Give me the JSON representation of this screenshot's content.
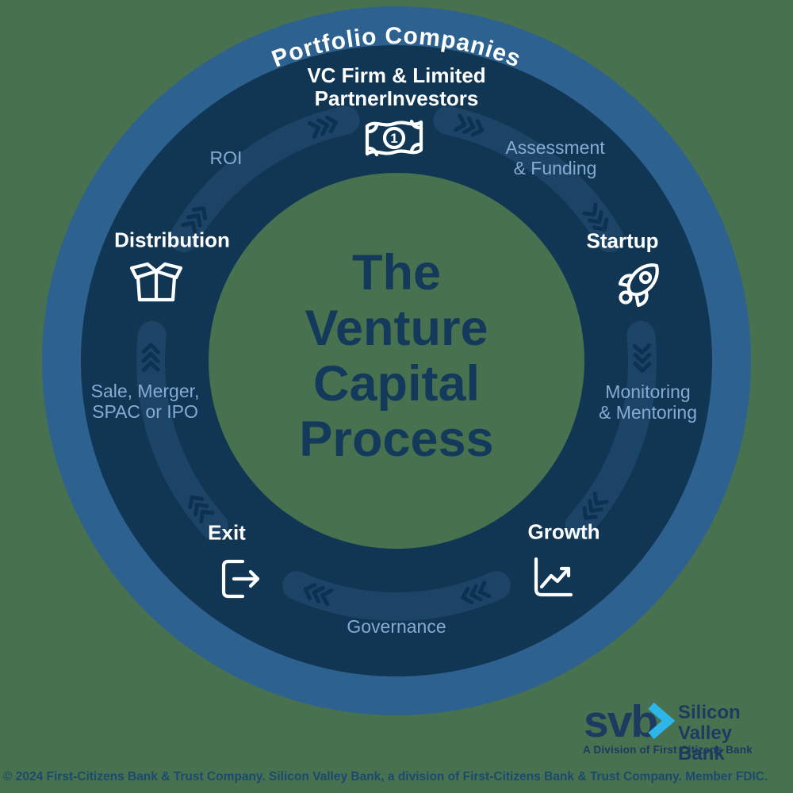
{
  "colors": {
    "background": "#47714F",
    "ring_outer": "#2D6190",
    "ring_inner": "#113654",
    "flow_track": "#1C4466",
    "flow_chevron": "#0D3150",
    "label_light": "#84ACD3",
    "label_white": "#FFFFFF",
    "title_navy": "#133A5B",
    "logo_navy": "#1D3A60",
    "logo_cyan": "#2EB5EA",
    "footer_text": "#1B4A6E"
  },
  "outer_label": "Portfolio Companies",
  "center_title_lines": [
    "The",
    "Venture",
    "Capital",
    "Process"
  ],
  "nodes": [
    {
      "id": "vc-firm",
      "label_lines": [
        "VC Firm & Limited",
        "PartnerInvestors"
      ],
      "icon": "money-bill-icon",
      "money_denomination": "1"
    },
    {
      "id": "startup",
      "label": "Startup",
      "icon": "rocket-icon"
    },
    {
      "id": "growth",
      "label": "Growth",
      "icon": "line-chart-icon"
    },
    {
      "id": "exit",
      "label": "Exit",
      "icon": "exit-door-icon"
    },
    {
      "id": "distribution",
      "label": "Distribution",
      "icon": "open-box-icon"
    }
  ],
  "edge_labels": [
    {
      "from": "vc-firm",
      "to": "startup",
      "lines": [
        "Assessment",
        "& Funding"
      ]
    },
    {
      "from": "startup",
      "to": "growth",
      "lines": [
        "Monitoring",
        "& Mentoring"
      ]
    },
    {
      "from": "growth",
      "to": "exit",
      "lines": [
        "Governance"
      ]
    },
    {
      "from": "exit",
      "to": "distribution",
      "lines": [
        "Sale, Merger,",
        "SPAC or IPO"
      ]
    },
    {
      "from": "distribution",
      "to": "vc-firm",
      "lines": [
        "ROI"
      ]
    }
  ],
  "logo": {
    "wordmark": "svb",
    "name_lines": [
      "Silicon Valley",
      "Bank"
    ],
    "division": "A Division of First Citizens Bank"
  },
  "footer": "© 2024 First-Citizens Bank & Trust Company. Silicon Valley Bank, a division of First-Citizens Bank & Trust Company. Member FDIC."
}
